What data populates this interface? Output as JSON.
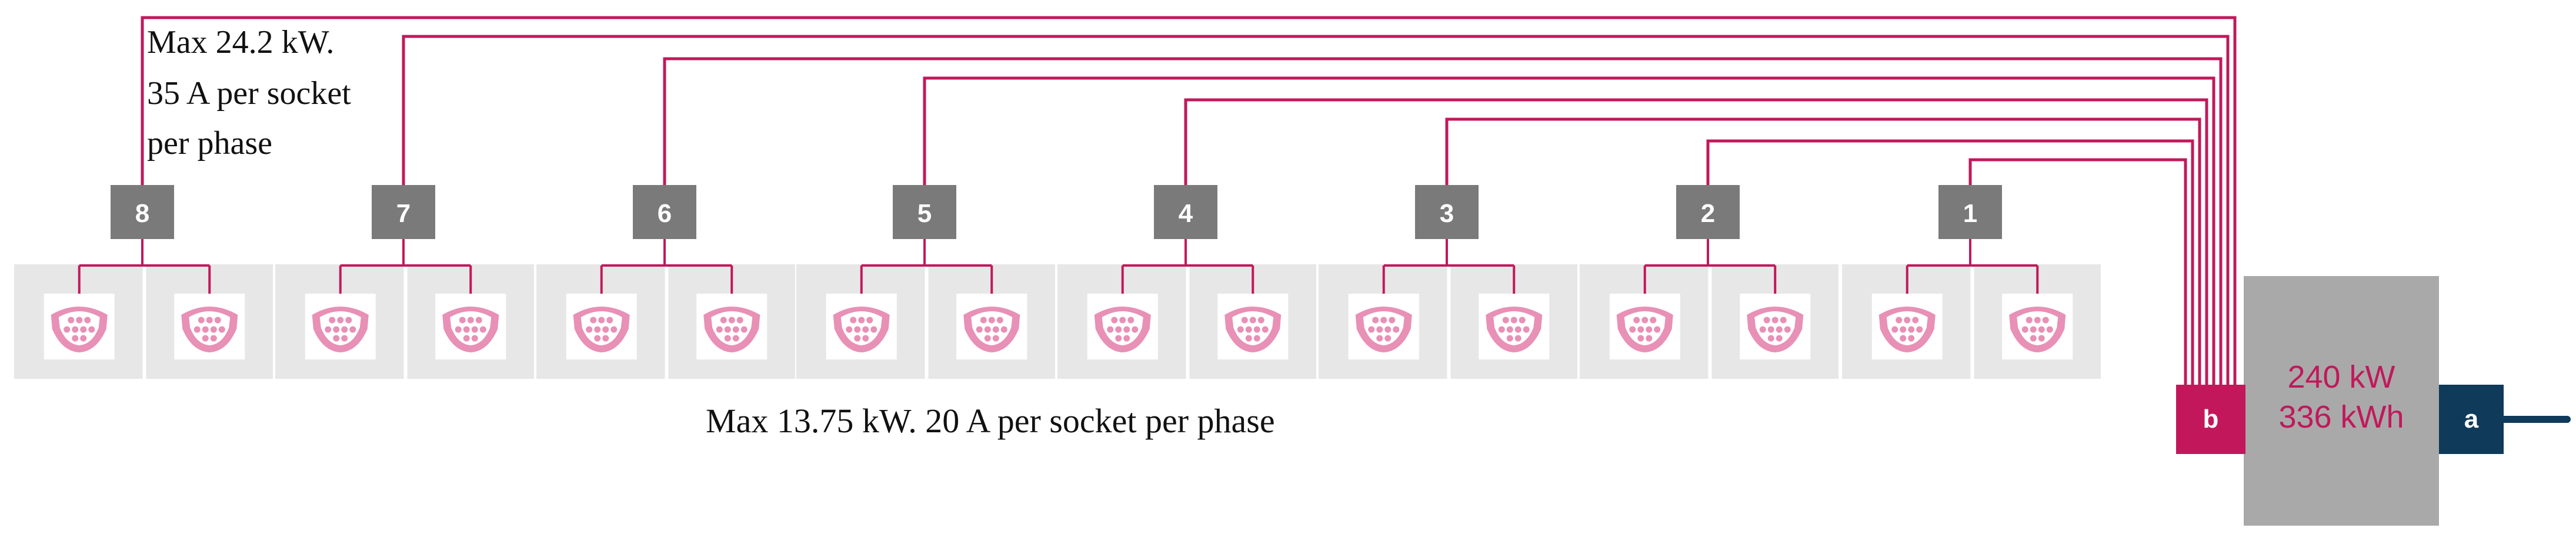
{
  "annotations": {
    "first_charger_line1": "Max 24.2 kW.",
    "first_charger_line2": "35 A per socket",
    "first_charger_line3": "per phase",
    "other_chargers": "Max 13.75 kW. 20 A per socket per phase"
  },
  "chargers": [
    {
      "label": "8"
    },
    {
      "label": "7"
    },
    {
      "label": "6"
    },
    {
      "label": "5"
    },
    {
      "label": "4"
    },
    {
      "label": "3"
    },
    {
      "label": "2"
    },
    {
      "label": "1"
    }
  ],
  "storage": {
    "power": "240 kW",
    "energy": "336 kWh",
    "block_b": "b",
    "block_a": "a"
  },
  "colors": {
    "cable": "#c2185b",
    "charger_box": "#7a7a7a",
    "socket_bg": "#e7e7e7",
    "socket_icon": "#e890b6",
    "storage_box": "#a9a9a9",
    "block_b": "#c2185b",
    "block_a": "#0f3a5a",
    "storage_text": "#c2185b"
  },
  "icons": {
    "socket": "ev-socket-icon",
    "grid_line": "grid-connection-line"
  }
}
